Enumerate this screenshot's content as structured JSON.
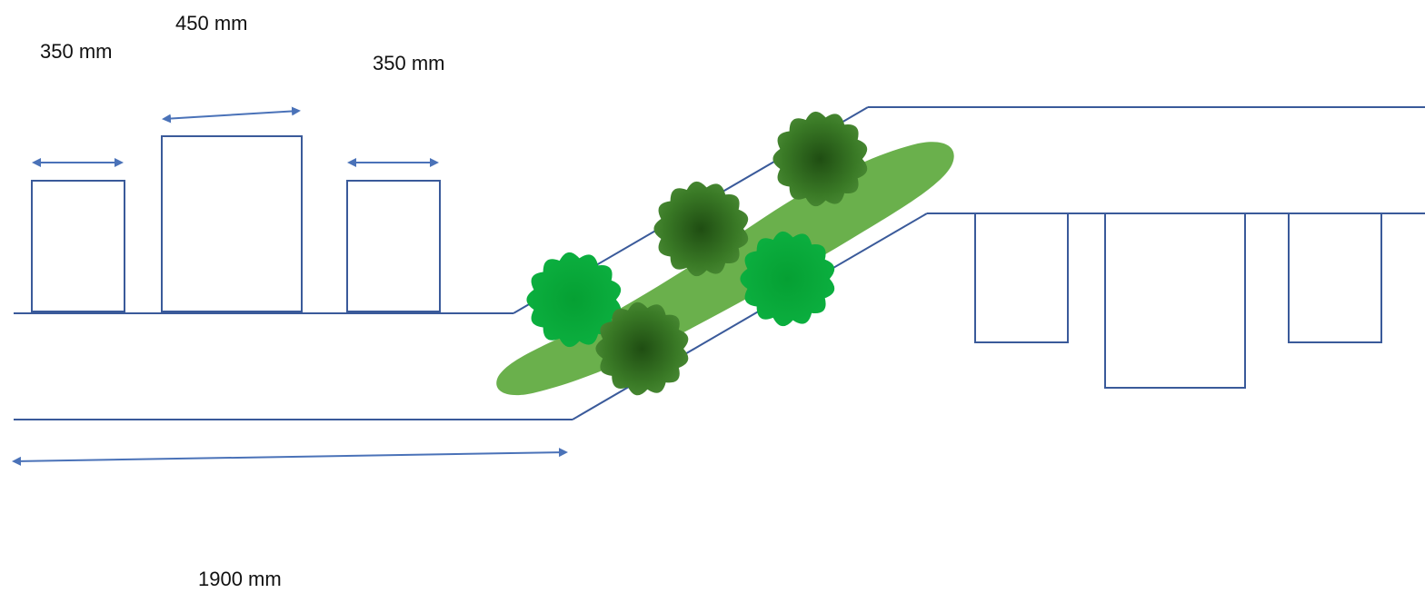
{
  "dimensions": {
    "left_pot_width": "350 mm",
    "middle_pot_width": "450 mm",
    "right_pot_width": "350 mm",
    "path_length": "1900 mm"
  },
  "colors": {
    "outline": "#3a5a9a",
    "arrow": "#4a72b8",
    "ground_patch": "#6ab04c",
    "shrub_bright": "#0aa83a",
    "shrub_dark": "#2f6b1e",
    "shrub_dark_edge": "#4a8a35"
  }
}
